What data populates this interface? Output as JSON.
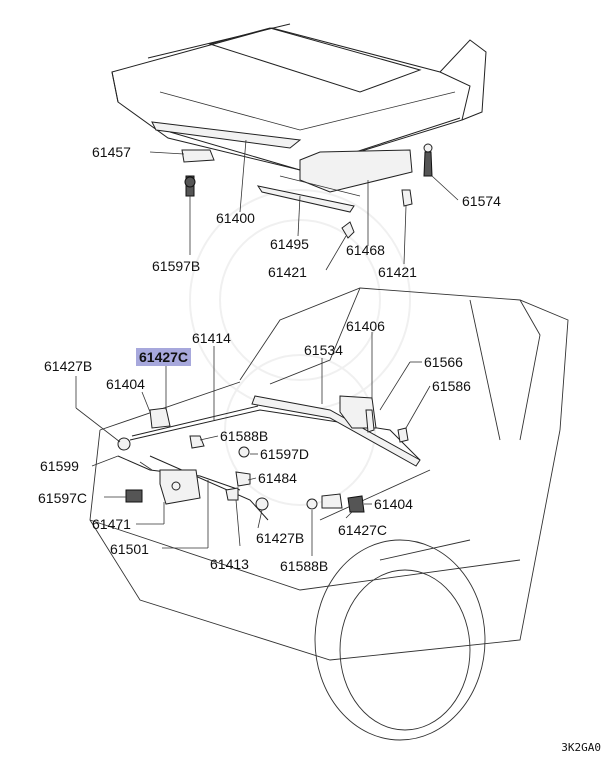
{
  "parts": {
    "p61457": "61457",
    "p61400": "61400",
    "p61597B": "61597B",
    "p61495": "61495",
    "p61421a": "61421",
    "p61468": "61468",
    "p61421b": "61421",
    "p61574": "61574",
    "p61414": "61414",
    "p61406": "61406",
    "p61534": "61534",
    "p61566": "61566",
    "p61586": "61586",
    "p61427B_top": "61427B",
    "p61427C_selected": "61427C",
    "p61404_left": "61404",
    "p61588B_mid": "61588B",
    "p61597D": "61597D",
    "p61484": "61484",
    "p61599": "61599",
    "p61597C": "61597C",
    "p61471": "61471",
    "p61501": "61501",
    "p61413": "61413",
    "p61427B_bottom": "61427B",
    "p61588B_bottom": "61588B",
    "p61404_right": "61404",
    "p61427C_right": "61427C"
  },
  "selected_part": "61427C",
  "highlight_color": "#a7a8dc",
  "diagram_code": "3K2GA0"
}
